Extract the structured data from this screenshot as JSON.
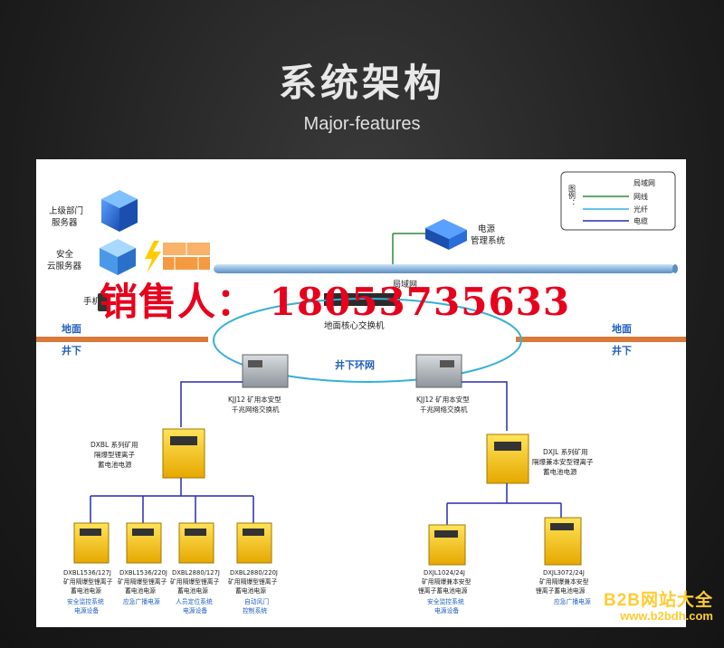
{
  "header": {
    "title": "系统架构",
    "subtitle": "Major-features"
  },
  "legend": {
    "title": "图例：",
    "items": [
      {
        "label": "局域网",
        "color": "#8fb8e0"
      },
      {
        "label": "网线",
        "color": "#2e8b3a"
      },
      {
        "label": "光纤",
        "color": "#36b0d8"
      },
      {
        "label": "电缆",
        "color": "#2a2ab0"
      }
    ]
  },
  "surface": {
    "upper_dept": "上级部门",
    "upper_dept_2": "服务器",
    "cloud": "安全",
    "cloud_2": "云服务器",
    "phone": "手机",
    "power_mgmt": "电源",
    "power_mgmt_2": "管理系统",
    "lan_label": "局域网",
    "core_switch": "地面核心交换机",
    "ground_left": "地面",
    "ground_right": "地面",
    "under_left": "井下",
    "under_right": "井下",
    "ring": "井下环网"
  },
  "switches": {
    "left": "KJJ12 矿用本安型",
    "left_2": "千兆网络交换机",
    "right": "KJJ12 矿用本安型",
    "right_2": "千兆网络交换机"
  },
  "main_units": {
    "left": [
      "DXBL 系列矿用",
      "隔爆型锂离子",
      "蓄电池电源"
    ],
    "right": [
      "DXJL 系列矿用",
      "隔爆兼本安型锂离子",
      "蓄电池电源"
    ]
  },
  "devices": [
    {
      "model": "DXBL1536/127J",
      "desc": [
        "矿用隔爆型锂离子",
        "蓄电池电源"
      ],
      "use": [
        "安全监控系统",
        "电源设备"
      ]
    },
    {
      "model": "DXBL1536/220J",
      "desc": [
        "矿用隔爆型锂离子",
        "蓄电池电源"
      ],
      "use": [
        "应急广播电源"
      ]
    },
    {
      "model": "DXBL2880/127J",
      "desc": [
        "矿用隔爆型锂离子",
        "蓄电池电源"
      ],
      "use": [
        "人员定位系统",
        "电源设备"
      ]
    },
    {
      "model": "DXBL2880/220J",
      "desc": [
        "矿用隔爆型锂离子",
        "蓄电池电源"
      ],
      "use": [
        "自动风门",
        "控制系统"
      ]
    },
    {
      "model": "DXJL1024/24J",
      "desc": [
        "矿用隔爆兼本安型",
        "锂离子蓄电池电源"
      ],
      "use": [
        "安全监控系统",
        "电源设备"
      ]
    },
    {
      "model": "DXJL3072/24J",
      "desc": [
        "矿用隔爆兼本安型",
        "锂离子蓄电池电源"
      ],
      "use": [
        "应急广播电源"
      ]
    }
  ],
  "overlay": {
    "seller": "销售人： 18053735633"
  },
  "footer": {
    "site": "B2B网站大全",
    "url": "www.b2bdh.com"
  },
  "colors": {
    "lan_pipe": "#8fb8e0",
    "network": "#2e8b3a",
    "cable": "#2a2ab0",
    "ground_bar": "#d87a3a",
    "box_yellow": "#f5c518",
    "accent_blue": "#1f5fbf"
  }
}
